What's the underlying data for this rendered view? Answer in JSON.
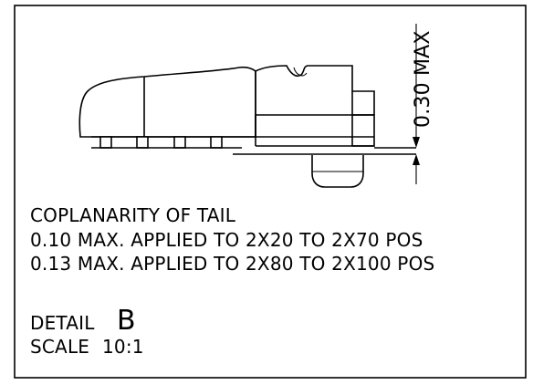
{
  "dimension": {
    "label": "0.30 MAX"
  },
  "notes": {
    "heading": "COPLANARITY OF TAIL",
    "line1": "0.10 MAX. APPLIED TO 2X20 TO 2X70 POS",
    "line2": "0.13 MAX. APPLIED TO 2X80 TO 2X100 POS"
  },
  "detail": {
    "label": "DETAIL",
    "letter": "B"
  },
  "scale": {
    "label": "SCALE",
    "value": "10:1"
  },
  "colors": {
    "ink": "#000000",
    "paper": "#ffffff"
  }
}
